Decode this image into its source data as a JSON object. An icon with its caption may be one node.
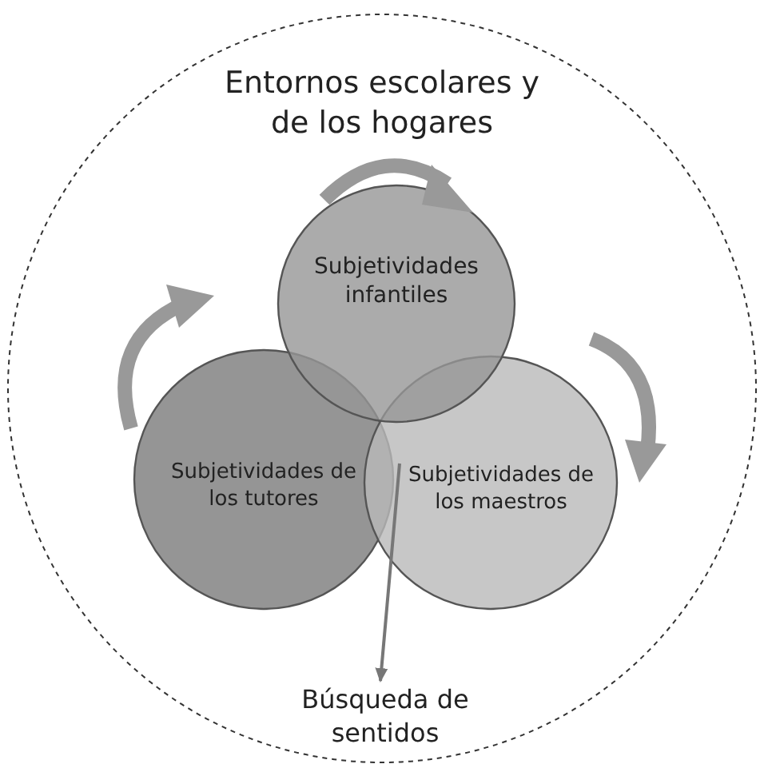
{
  "diagram": {
    "nodes": [
      {
        "text": [
          "Entornos escolares y de los hogares"
        ]
      },
      {
        "text": [
          "Subjetividades infantiles"
        ],
        "in": 0
      },
      {
        "text": [
          "Subjetividades de los tutores"
        ],
        "in": 0
      },
      {
        "text": [
          "Subjetividades de los maestros"
        ],
        "in": 0
      },
      {
        "text": [
          "Búsqueda de sentidos"
        ],
        "in": 0
      }
    ],
    "edges": [
      {
        "from": 3,
        "to": 4,
        "arrow": "to"
      }
    ]
  }
}
